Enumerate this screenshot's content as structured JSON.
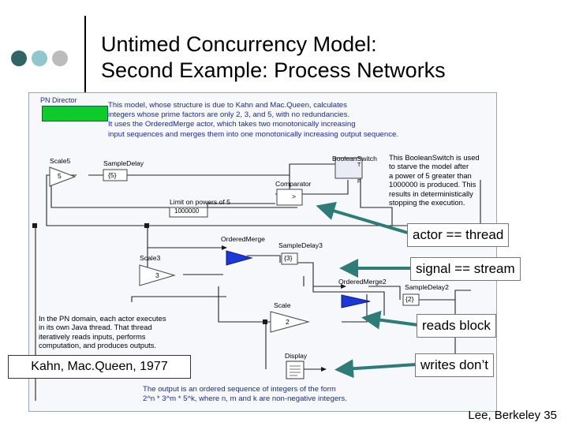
{
  "slide": {
    "title_line1": "Untimed Concurrency Model:",
    "title_line2": "Second Example: Process Networks",
    "footer": "Lee, Berkeley 35",
    "citation": "Kahn, Mac.Queen, 1977",
    "colors": {
      "dot_dark": "#2f6663",
      "dot_light_blue": "#8fc7cc",
      "dot_gray": "#bcbcbc",
      "arrow": "#2e7c78"
    }
  },
  "model": {
    "director": "PN Director",
    "description": [
      "This model, whose structure is due to Kahn and Mac.Queen, calculates",
      "integers whose prime factors are only 2, 3, and 5, with no redundancies.",
      "It uses the OrderedMerge actor, which takes two monotonically increasing",
      "input sequences and merges them into one monotonically increasing output sequence."
    ],
    "switch_note": [
      "This BooleanSwitch is used",
      "to starve the model after",
      "a power of 5 greater than",
      "1000000 is produced. This",
      "results in deterministically",
      "stopping the execution."
    ],
    "pn_note": [
      "In the PN domain, each actor executes",
      "in its own Java thread. That thread",
      "iteratively reads inputs, performs",
      "computation, and produces outputs."
    ],
    "output_note": [
      "The output is an ordered sequence of integers of the form",
      "2^n * 3^m * 5^k, where n, m and k are non-negative integers."
    ],
    "actors": {
      "scale5": "Scale5",
      "scale5_value": "5",
      "sample_delay": "SampleDelay",
      "sample_delay_value": "{5}",
      "boolean_switch": "BooleanSwitch",
      "comparator": "Comparator",
      "comparator_op": ">",
      "limit_label": "Limit on powers of 5",
      "limit_value": "1000000",
      "ordered_merge": "OrderedMerge",
      "sample_delay3": "SampleDelay3",
      "sample_delay3_value": "{3}",
      "scale3": "Scale3",
      "scale3_value": "3",
      "ordered_merge2": "OrderedMerge2",
      "sample_delay2": "SampleDelay2",
      "sample_delay2_value": "{2}",
      "scale": "Scale",
      "scale_value": "2",
      "display": "Display",
      "switch_t": "T",
      "switch_f": "F"
    }
  },
  "callouts": {
    "actor": "actor == thread",
    "signal": "signal == stream",
    "reads": "reads block",
    "writes": "writes don’t"
  }
}
